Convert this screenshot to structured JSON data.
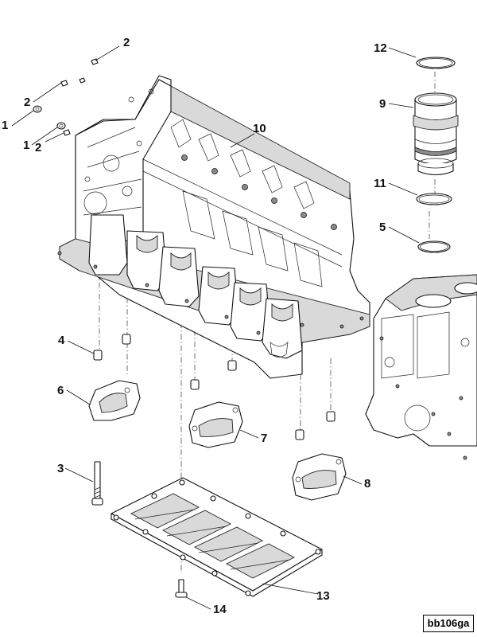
{
  "callouts": {
    "c1a": "1",
    "c1b": "1",
    "c2a": "2",
    "c2b": "2",
    "c2c": "2",
    "c3": "3",
    "c4": "4",
    "c5": "5",
    "c6": "6",
    "c7": "7",
    "c8": "8",
    "c9": "9",
    "c10": "10",
    "c11": "11",
    "c12": "12",
    "c13": "13",
    "c14": "14"
  },
  "figure_code": "bb106ga"
}
